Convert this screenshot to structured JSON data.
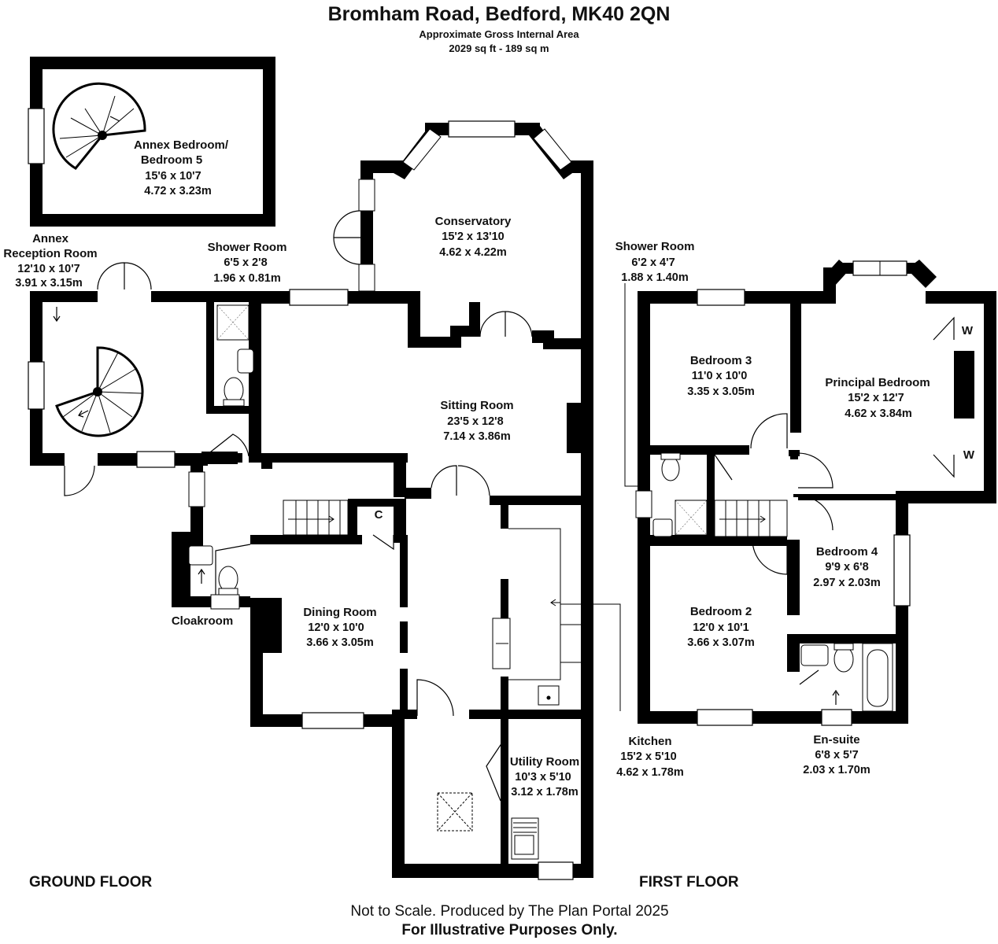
{
  "header": {
    "title": "Bromham Road, Bedford, MK40 2QN",
    "subtitle": "Approximate Gross Internal Area",
    "area": "2029 sq ft - 189 sq m"
  },
  "floors": {
    "ground": "GROUND FLOOR",
    "first": "FIRST FLOOR"
  },
  "rooms": {
    "annex_bedroom": {
      "name1": "Annex Bedroom/",
      "name2": "Bedroom 5",
      "imperial": "15'6 x 10'7",
      "metric": "4.72 x 3.23m"
    },
    "annex_reception": {
      "name1": "Annex",
      "name2": "Reception Room",
      "imperial": "12'10 x 10'7",
      "metric": "3.91 x 3.15m"
    },
    "shower_ground": {
      "name": "Shower Room",
      "imperial": "6'5 x 2'8",
      "metric": "1.96 x 0.81m"
    },
    "conservatory": {
      "name": "Conservatory",
      "imperial": "15'2 x 13'10",
      "metric": "4.62 x 4.22m"
    },
    "sitting": {
      "name": "Sitting Room",
      "imperial": "23'5 x 12'8",
      "metric": "7.14 x 3.86m"
    },
    "dining": {
      "name": "Dining Room",
      "imperial": "12'0 x 10'0",
      "metric": "3.66 x 3.05m"
    },
    "cloakroom": {
      "name": "Cloakroom"
    },
    "utility": {
      "name": "Utility Room",
      "imperial": "10'3 x 5'10",
      "metric": "3.12 x 1.78m"
    },
    "kitchen": {
      "name": "Kitchen",
      "imperial": "15'2 x 5'10",
      "metric": "4.62 x 1.78m"
    },
    "cupboard": {
      "mark": "C"
    },
    "shower_first": {
      "name": "Shower Room",
      "imperial": "6'2 x 4'7",
      "metric": "1.88 x 1.40m"
    },
    "bedroom3": {
      "name": "Bedroom 3",
      "imperial": "11'0 x 10'0",
      "metric": "3.35 x 3.05m"
    },
    "principal": {
      "name": "Principal Bedroom",
      "imperial": "15'2 x 12'7",
      "metric": "4.62 x 3.84m"
    },
    "wardrobe": {
      "mark": "W"
    },
    "bedroom4": {
      "name": "Bedroom 4",
      "imperial": "9'9 x 6'8",
      "metric": "2.97 x 2.03m"
    },
    "bedroom2": {
      "name": "Bedroom 2",
      "imperial": "12'0 x 10'1",
      "metric": "3.66 x 3.07m"
    },
    "ensuite": {
      "name": "En-suite",
      "imperial": "6'8 x 5'7",
      "metric": "2.03 x 1.70m"
    }
  },
  "footer": {
    "note": "Not to Scale. Produced by The Plan Portal 2025",
    "disclaimer": "For Illustrative Purposes Only."
  }
}
